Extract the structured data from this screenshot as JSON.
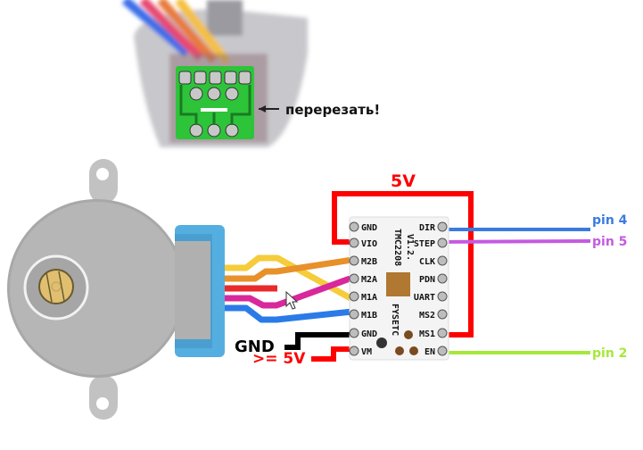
{
  "photo": {
    "annotation": "перерезать!"
  },
  "driver": {
    "model": "TMC2208",
    "version": "V1.2.",
    "brand": "FYSETC",
    "left_pins": [
      "GND",
      "VIO",
      "M2B",
      "M2A",
      "M1A",
      "M1B",
      "GND",
      "VM"
    ],
    "right_pins": [
      "DIR",
      "STEP",
      "CLK",
      "PDN",
      "UART",
      "MS2",
      "MS1",
      "EN"
    ]
  },
  "labels": {
    "logic_power": "5V",
    "gnd": "GND",
    "motor_power": ">= 5V",
    "dir": "pin 4",
    "step": "pin 5",
    "en": "pin 2"
  },
  "colors": {
    "power": "#ff0000",
    "gnd": "#000000",
    "dir": "#3a7be0",
    "step": "#c55ae0",
    "en": "#a6e83a",
    "wire_yellow": "#f5cc3a",
    "wire_orange": "#e8902a",
    "wire_red": "#e82a2a",
    "wire_pink": "#d8289c",
    "wire_blue": "#2a7be8",
    "motor_body": "#b4b4b4",
    "connector": "#55aee0"
  }
}
